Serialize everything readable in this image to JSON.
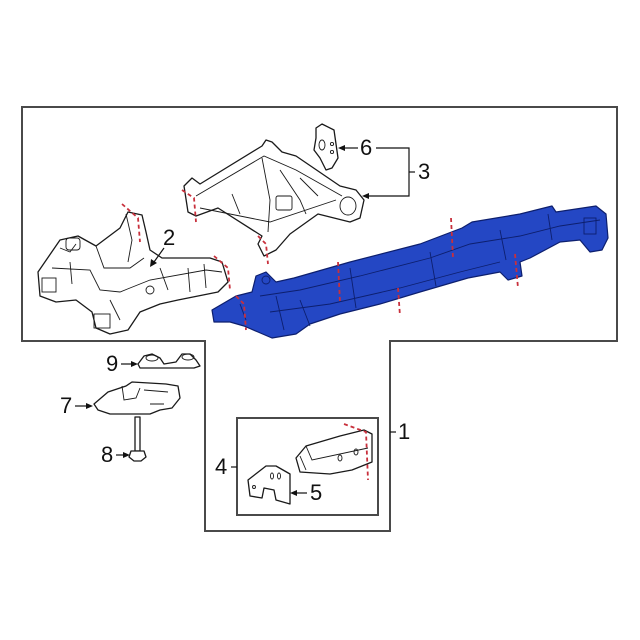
{
  "diagram": {
    "type": "exploded parts diagram",
    "subject": "vehicle frame assembly",
    "colors": {
      "highlighted_part": "#2447c4",
      "cut_lines": "#c8303c",
      "outline": "#1a1a1a",
      "frame_border": "#4a4a4a"
    },
    "callouts": [
      {
        "id": "1",
        "label": "1",
        "part": "frame assembly (blue, highlighted)"
      },
      {
        "id": "2",
        "label": "2",
        "part": "front frame section"
      },
      {
        "id": "3",
        "label": "3",
        "part": "center crossmember section"
      },
      {
        "id": "4",
        "label": "4",
        "part": "frame extension kit"
      },
      {
        "id": "5",
        "label": "5",
        "part": "bracket plate"
      },
      {
        "id": "6",
        "label": "6",
        "part": "mount bracket"
      },
      {
        "id": "7",
        "label": "7",
        "part": "body mount"
      },
      {
        "id": "8",
        "label": "8",
        "part": "bolt"
      },
      {
        "id": "9",
        "label": "9",
        "part": "insulators"
      }
    ]
  }
}
